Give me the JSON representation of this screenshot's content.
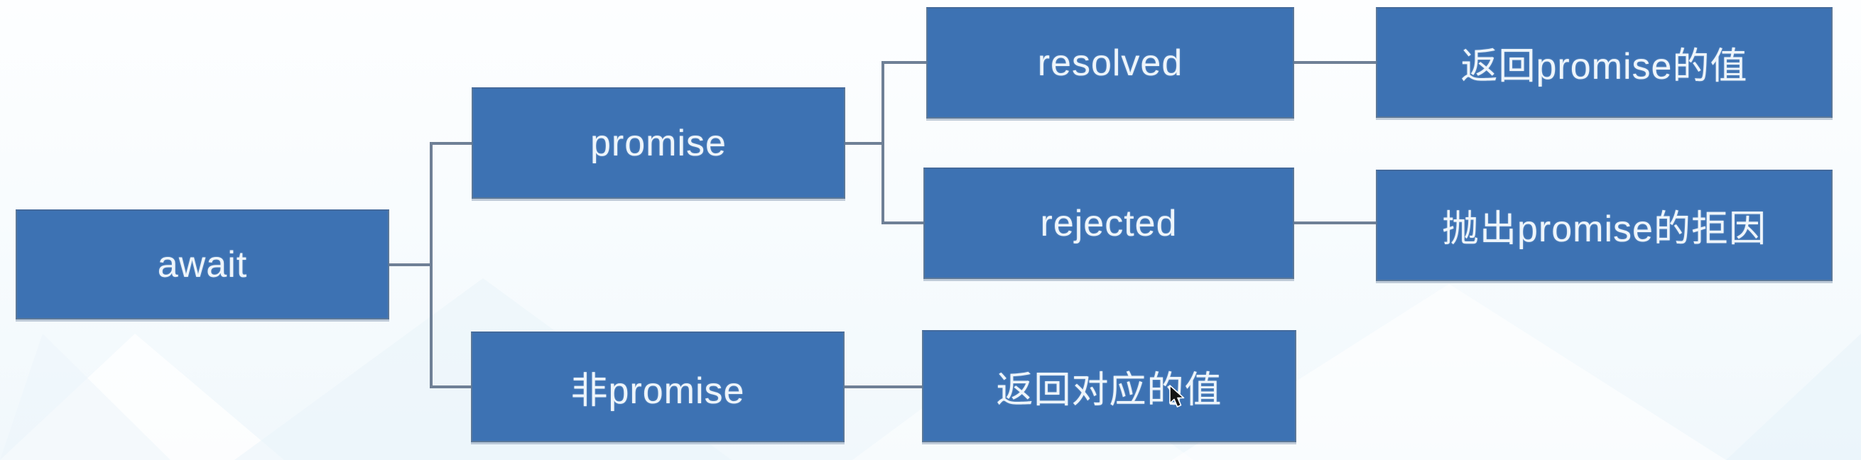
{
  "diagram": {
    "type": "mindmap-tree",
    "direction": "left-to-right",
    "colors": {
      "node_fill": "#3d72b3",
      "node_border": "#5b7899",
      "node_text": "#eef5fb",
      "connector": "#6f8096",
      "background_tint": "#f1f8fc"
    },
    "nodes": {
      "await": {
        "label": "await"
      },
      "promise": {
        "label": "promise"
      },
      "non_promise": {
        "label": "非promise"
      },
      "resolved": {
        "label": "resolved"
      },
      "rejected": {
        "label": "rejected"
      },
      "return_promise_value": {
        "label": "返回promise的值"
      },
      "throw_promise_reason": {
        "label": "抛出promise的拒因"
      },
      "return_corresponding_value": {
        "label": "返回对应的值"
      }
    },
    "edges": [
      [
        "await",
        "promise"
      ],
      [
        "await",
        "non_promise"
      ],
      [
        "promise",
        "resolved"
      ],
      [
        "promise",
        "rejected"
      ],
      [
        "resolved",
        "return_promise_value"
      ],
      [
        "rejected",
        "throw_promise_reason"
      ],
      [
        "non_promise",
        "return_corresponding_value"
      ]
    ]
  },
  "cursor": {
    "icon": "arrow-pointer"
  }
}
